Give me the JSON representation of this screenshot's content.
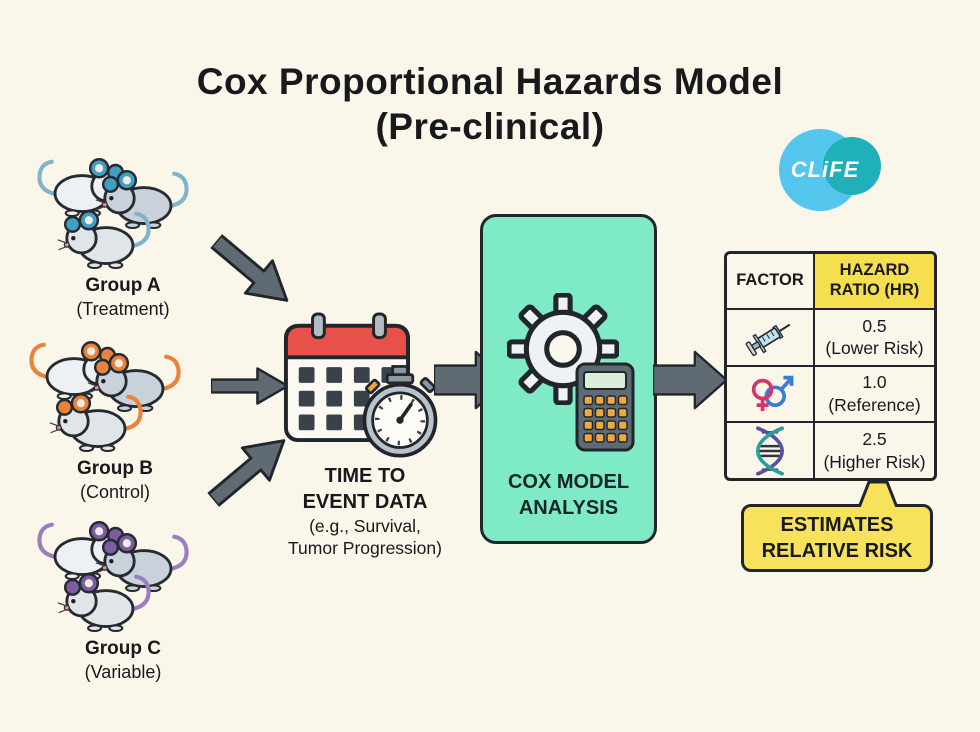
{
  "title": {
    "line1": "Cox Proportional Hazards Model",
    "line2": "(Pre-clinical)"
  },
  "logo": {
    "text": "CLiFE"
  },
  "groups": [
    {
      "label": "Group A",
      "sublabel": "(Treatment)",
      "accent": "#3f9fc4",
      "tail": "#7fb4c9"
    },
    {
      "label": "Group B",
      "sublabel": "(Control)",
      "accent": "#e9823b",
      "tail": "#e9823b"
    },
    {
      "label": "Group C",
      "sublabel": "(Variable)",
      "accent": "#7d5ca3",
      "tail": "#9a7ec0"
    }
  ],
  "timeline": {
    "line1": "TIME TO",
    "line2": "EVENT DATA",
    "sub1": "(e.g., Survival,",
    "sub2": "Tumor Progression)"
  },
  "analysis": {
    "line1": "COX MODEL",
    "line2": "ANALYSIS"
  },
  "table": {
    "headers": [
      "FACTOR",
      "HAZARD RATIO (HR)"
    ],
    "rows": [
      {
        "icon": "syringe-icon",
        "value": "0.5",
        "note": "(Lower Risk)"
      },
      {
        "icon": "gender-symbols-icon",
        "value": "1.0",
        "note": "(Reference)"
      },
      {
        "icon": "dna-icon",
        "value": "2.5",
        "note": "(Higher Risk)"
      }
    ]
  },
  "callout": {
    "line1": "ESTIMATES",
    "line2": "RELATIVE RISK"
  },
  "icons": [
    "mouse-icon",
    "flow-arrow-icon",
    "calendar-icon",
    "stopwatch-icon",
    "gear-icon",
    "calculator-icon",
    "syringe-icon",
    "gender-symbols-icon",
    "dna-icon"
  ],
  "colors": {
    "background": "#fbf6ea",
    "analysis_box": "#7eeac6",
    "highlight_yellow": "#f6df4e",
    "arrow_fill": "#5f6a72",
    "outline": "#20262b"
  }
}
